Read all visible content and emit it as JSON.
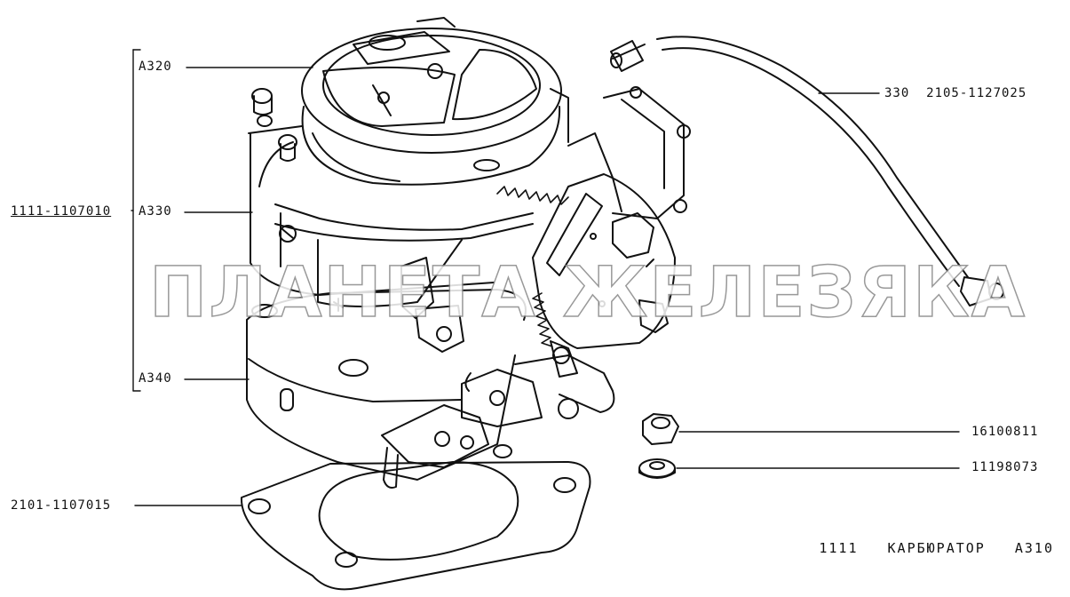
{
  "title": {
    "group": "1111",
    "name": "КАРБЮРАТОР",
    "code": "А310"
  },
  "labels": {
    "assembly": "1111-1107010",
    "a320": "А320",
    "a330": "А330",
    "a340": "А340",
    "hose": "330  2105-1127025",
    "nut": "16100811",
    "washer": "11198073",
    "gasket": "2101-1107015"
  },
  "watermark": "ПЛАНЕТА ЖЕЛЕЗЯКА",
  "colors": {
    "ink": "#111111",
    "paper": "#ffffff"
  }
}
